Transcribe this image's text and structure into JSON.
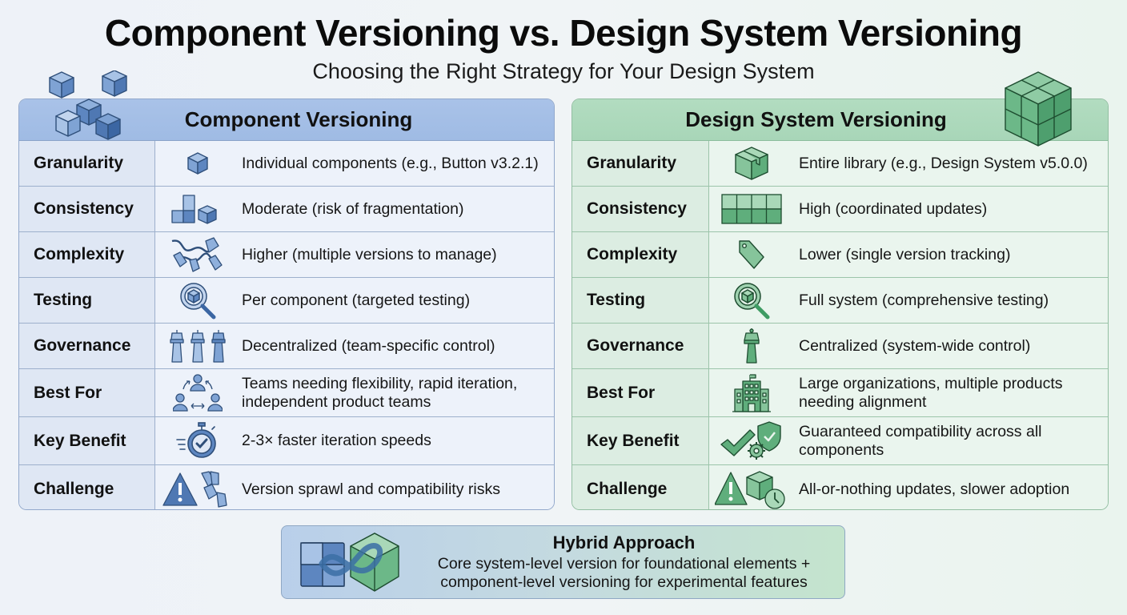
{
  "header": {
    "title": "Component Versioning vs. Design System Versioning",
    "subtitle": "Choosing the Right Strategy for Your Design System"
  },
  "colors": {
    "component_accent": "#4a76b3",
    "component_header": "#a9c2e8",
    "design_system_accent": "#3f9c64",
    "design_system_header": "#b2dcc0"
  },
  "component": {
    "title": "Component Versioning",
    "decor_icon": "puzzle-cubes-icon",
    "rows": [
      {
        "label": "Granularity",
        "icon": "cube-icon",
        "text": "Individual components (e.g., Button v3.2.1)"
      },
      {
        "label": "Consistency",
        "icon": "blocks-and-cube-icon",
        "text": "Moderate (risk of fragmentation)"
      },
      {
        "label": "Complexity",
        "icon": "tangled-tags-icon",
        "text": "Higher (multiple versions to manage)"
      },
      {
        "label": "Testing",
        "icon": "magnifier-cube-icon",
        "text": "Per component (targeted testing)"
      },
      {
        "label": "Governance",
        "icon": "three-towers-icon",
        "text": "Decentralized (team-specific control)"
      },
      {
        "label": "Best For",
        "icon": "team-cycle-icon",
        "text": "Teams needing flexibility, rapid iteration, independent product teams"
      },
      {
        "label": "Key Benefit",
        "icon": "stopwatch-check-icon",
        "text": "2-3× faster iteration speeds"
      },
      {
        "label": "Challenge",
        "icon": "warning-tags-icon",
        "text": "Version sprawl and compatibility risks"
      }
    ]
  },
  "design_system": {
    "title": "Design System Versioning",
    "decor_icon": "puzzle-cube-icon",
    "rows": [
      {
        "label": "Granularity",
        "icon": "package-box-icon",
        "text": "Entire library (e.g., Design System v5.0.0)"
      },
      {
        "label": "Consistency",
        "icon": "grid-icon",
        "text": "High (coordinated updates)"
      },
      {
        "label": "Complexity",
        "icon": "single-tag-icon",
        "text": "Lower (single version tracking)"
      },
      {
        "label": "Testing",
        "icon": "magnifier-box-icon",
        "text": "Full system (comprehensive testing)"
      },
      {
        "label": "Governance",
        "icon": "control-tower-icon",
        "text": "Centralized (system-wide control)"
      },
      {
        "label": "Best For",
        "icon": "office-building-icon",
        "text": "Large organizations, multiple products needing alignment"
      },
      {
        "label": "Key Benefit",
        "icon": "check-shield-gear-icon",
        "text": "Guaranteed compatibility across all components"
      },
      {
        "label": "Challenge",
        "icon": "warning-box-clock-icon",
        "text": "All-or-nothing updates, slower adoption"
      }
    ]
  },
  "hybrid": {
    "title": "Hybrid Approach",
    "icon": "puzzle-infinity-icon",
    "line1": "Core system-level version for foundational elements +",
    "line2": "component-level versioning for experimental features"
  }
}
